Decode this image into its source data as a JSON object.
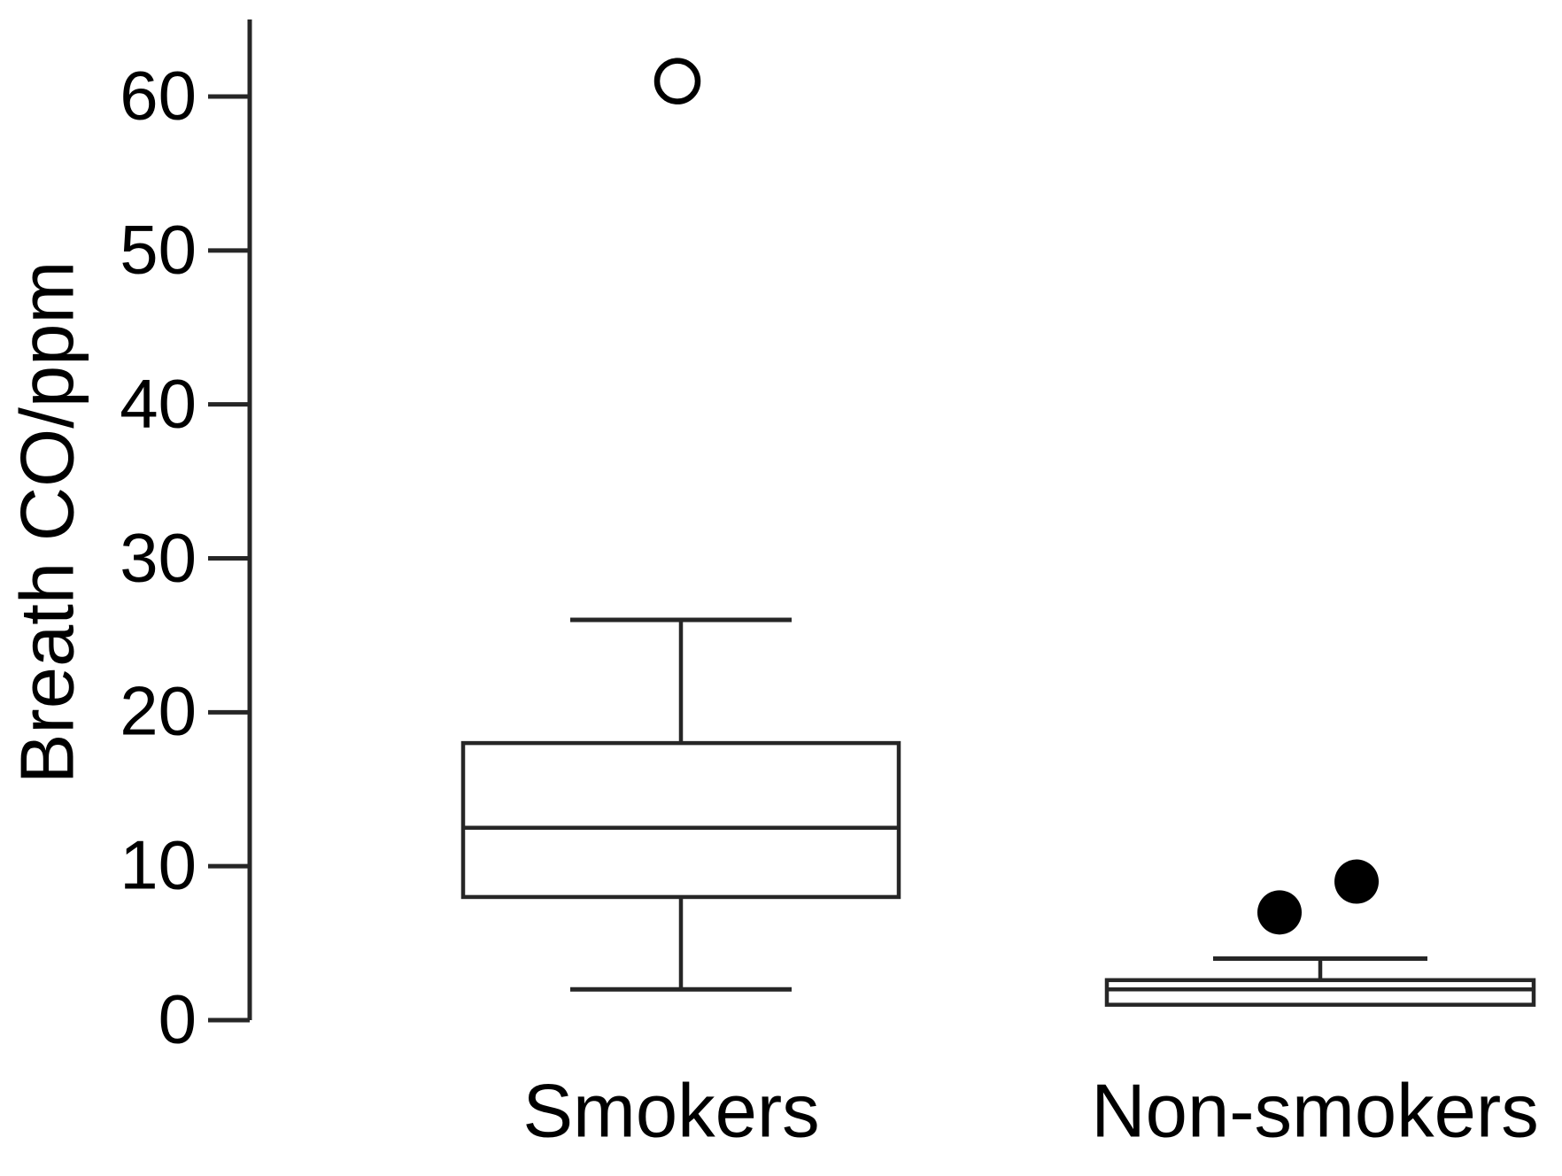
{
  "chart_data": {
    "type": "box",
    "title": "",
    "xlabel": "",
    "ylabel": "Breath CO/ppm",
    "categories": [
      "Smokers",
      "Non-smokers"
    ],
    "y_ticks": [
      0,
      10,
      20,
      30,
      40,
      50,
      60
    ],
    "ylim": [
      0,
      65
    ],
    "grid": false,
    "legend": "none",
    "series": [
      {
        "name": "Smokers",
        "whisker_min": 2,
        "q1": 8,
        "median": 12.5,
        "q3": 18,
        "whisker_max": 26,
        "outliers": [
          {
            "value": 61,
            "marker": "open-circle"
          }
        ]
      },
      {
        "name": "Non-smokers",
        "whisker_min": 1,
        "q1": 1,
        "median": 2,
        "q3": 2.6,
        "whisker_max": 4,
        "outliers": [
          {
            "value": 7,
            "marker": "filled-circle"
          },
          {
            "value": 9,
            "marker": "filled-circle"
          }
        ]
      }
    ],
    "colors": {
      "line": "#262626",
      "text": "#000000",
      "background": "#ffffff",
      "box_fill": "#ffffff",
      "outlier_fill": "#000000"
    }
  }
}
